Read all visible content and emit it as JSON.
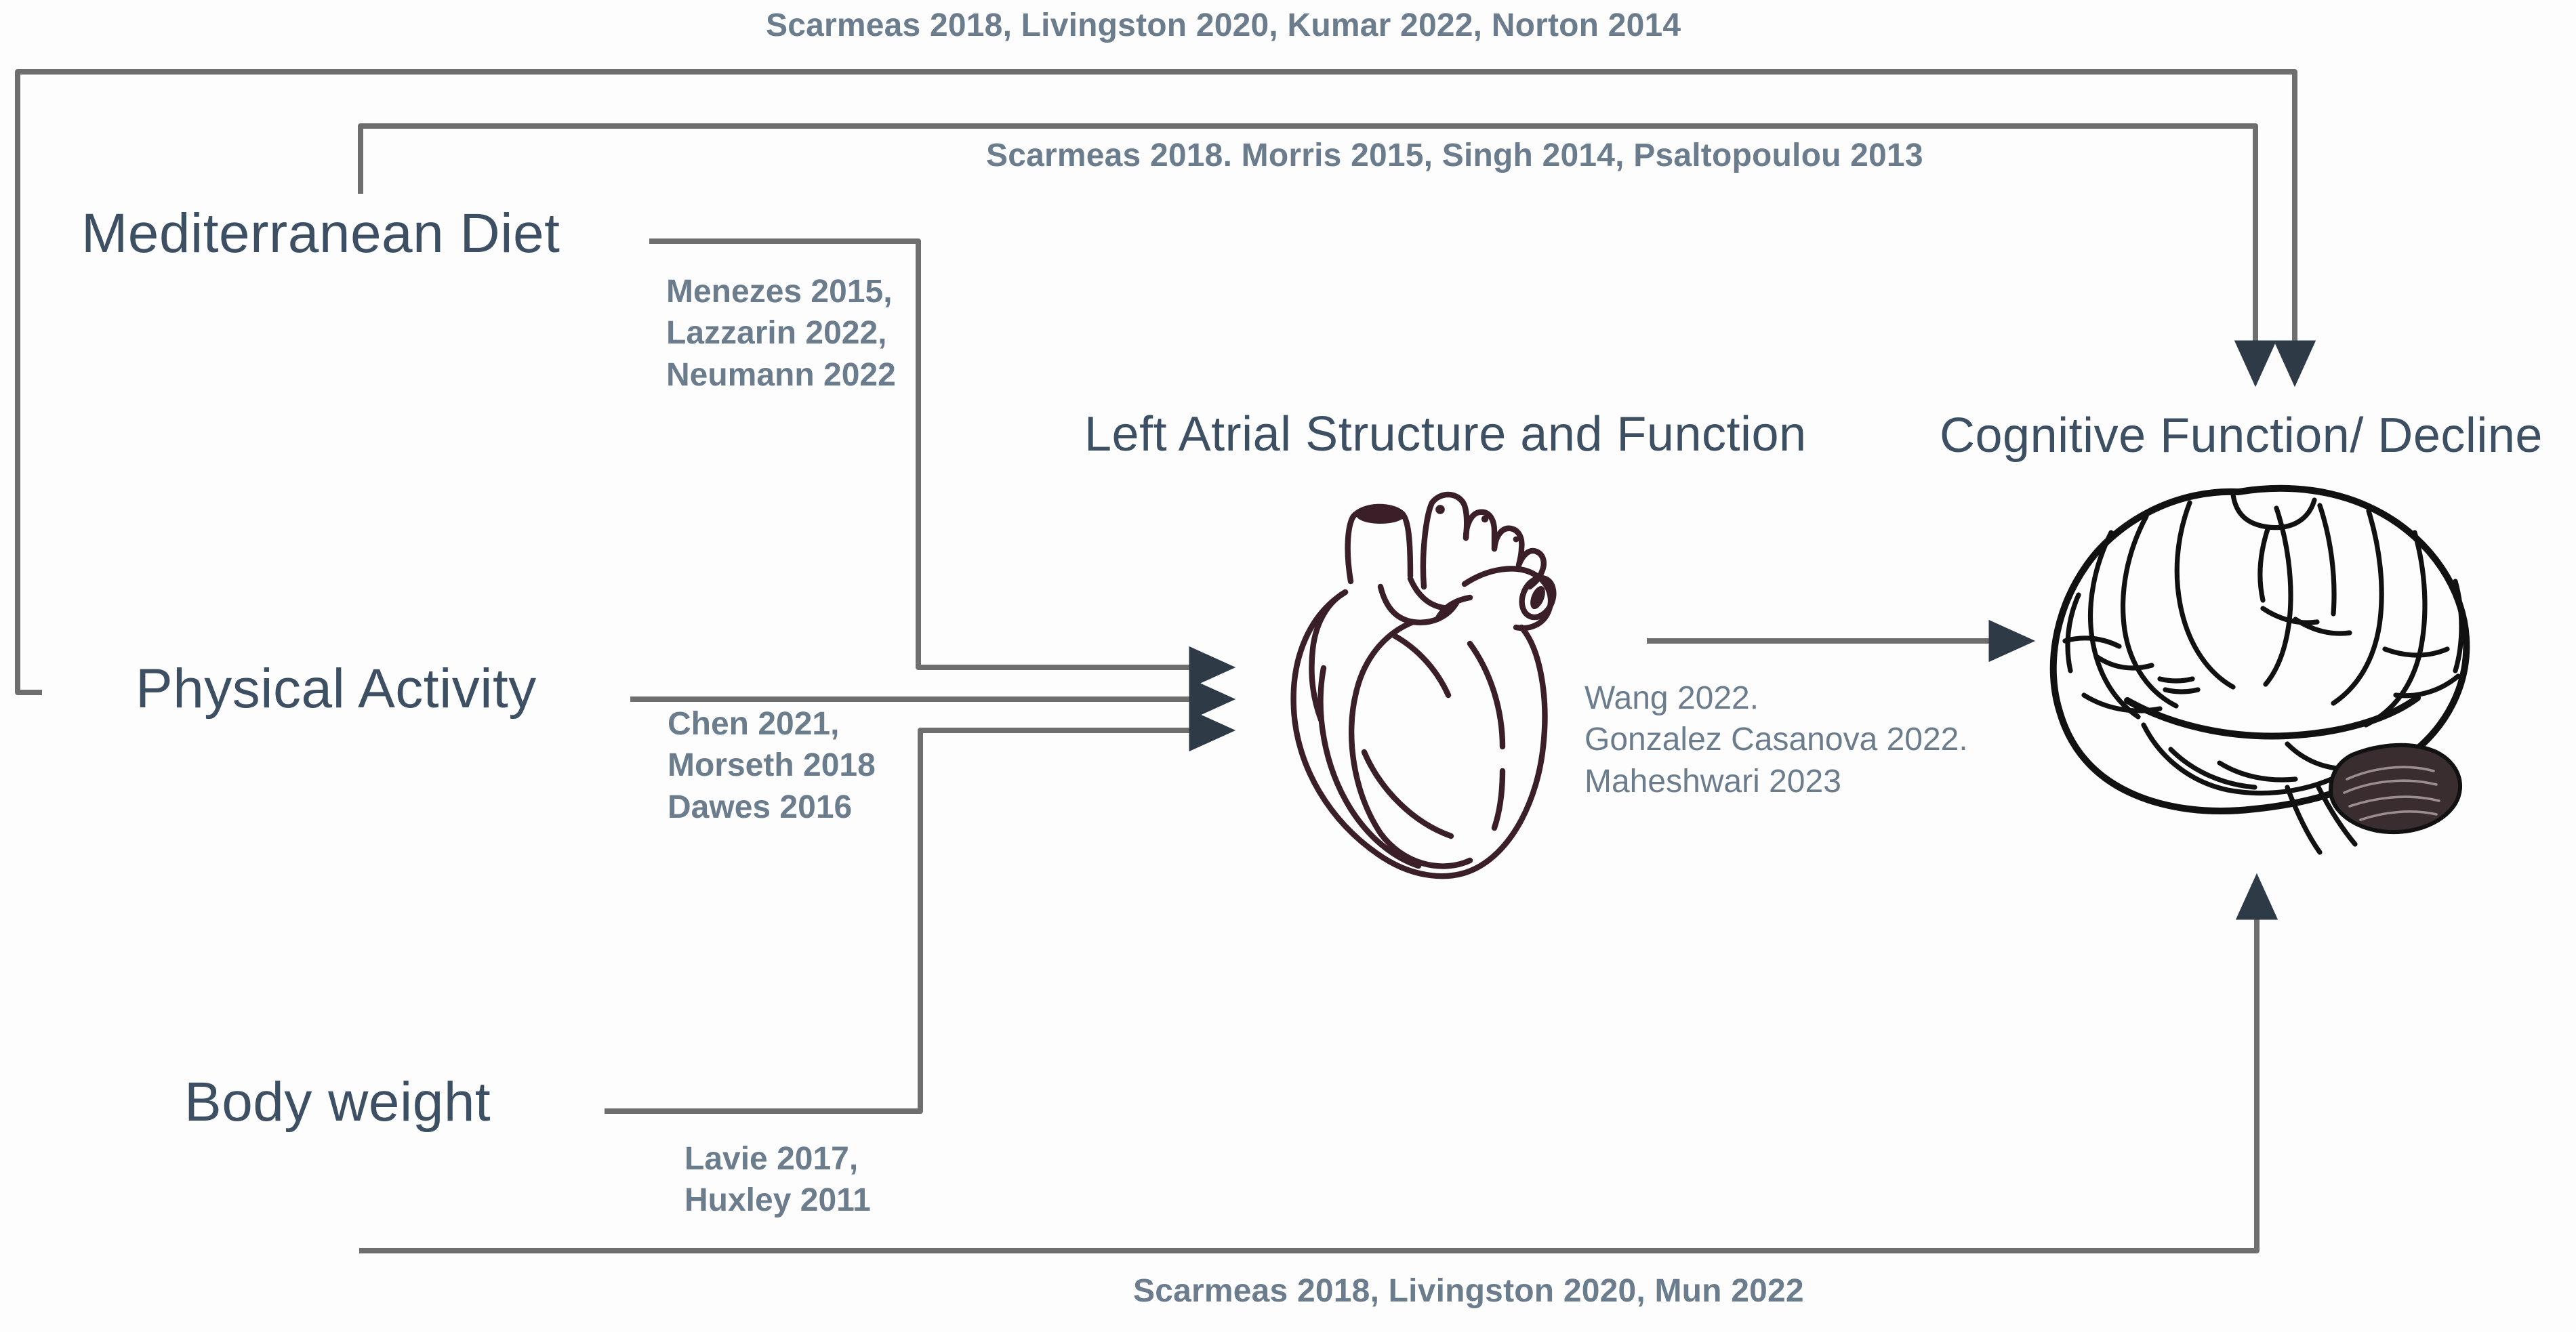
{
  "diagram": {
    "title": "Lifestyle factors, left atrial structure and function, and cognitive decline conceptual diagram",
    "background_color": "#fdfdfd",
    "label_color": "#3d4f63",
    "citation_color": "#6b7c8d",
    "connector_color": "#6e6e6e",
    "heart_color": "#3a1f28",
    "brain_color": "#111111"
  },
  "nodes": {
    "mediterranean_diet": "Mediterranean Diet",
    "physical_activity": "Physical Activity",
    "body_weight": "Body weight",
    "left_atrium": "Left Atrial Structure and Function",
    "cognition": "Cognitive Function/ Decline"
  },
  "citations": {
    "top_outer": "Scarmeas 2018, Livingston 2020, Kumar  2022, Norton 2014",
    "top_inner": "Scarmeas 2018. Morris 2015, Singh 2014, Psaltopoulou 2013",
    "diet_to_heart": [
      "Menezes 2015,",
      "Lazzarin 2022,",
      "Neumann 2022"
    ],
    "activity_to_heart": [
      "Chen 2021,",
      "Morseth 2018",
      "Dawes 2016"
    ],
    "weight_to_heart": [
      "Lavie 2017,",
      "Huxley 2011"
    ],
    "heart_to_brain": [
      "Wang 2022.",
      "Gonzalez Casanova 2022.",
      "Maheshwari 2023"
    ],
    "bottom": "Scarmeas 2018, Livingston 2020, Mun 2022"
  },
  "icons": {
    "heart": "heart-anatomical-icon",
    "brain": "brain-lateral-icon",
    "arrowhead": "arrowhead-icon"
  }
}
